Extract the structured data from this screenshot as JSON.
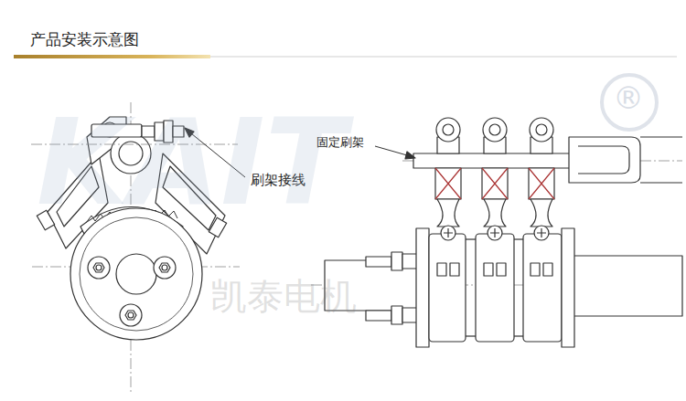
{
  "diagram": {
    "title": "产品安装示意图",
    "labels": [
      "刷架接线",
      "固定刷架",
      "KAIT",
      "凯泰电机",
      "®"
    ]
  }
}
